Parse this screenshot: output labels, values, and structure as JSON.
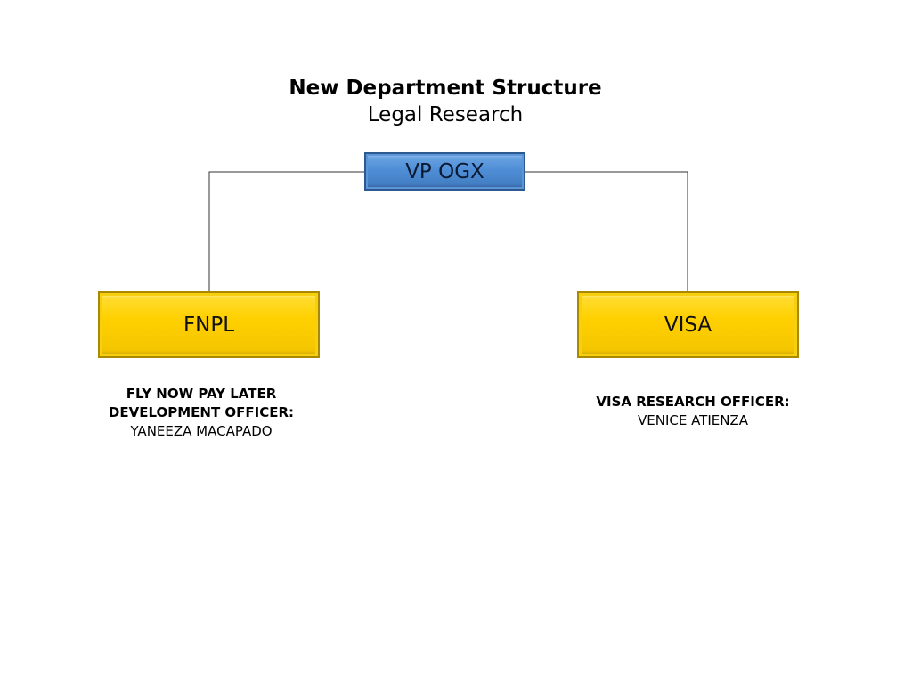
{
  "title": "New Department Structure",
  "subtitle": "Legal Research",
  "nodes": {
    "top": {
      "label": "VP OGX",
      "color": "#4f8ed6"
    },
    "left": {
      "label": "FNPL",
      "color": "#ffd000",
      "role_line1": "FLY NOW PAY LATER",
      "role_line2": "DEVELOPMENT OFFICER:",
      "person": "YANEEZA MACAPADO"
    },
    "right": {
      "label": "VISA",
      "color": "#ffd000",
      "role_line1": "VISA RESEARCH OFFICER:",
      "person": "VENICE ATIENZA"
    }
  }
}
